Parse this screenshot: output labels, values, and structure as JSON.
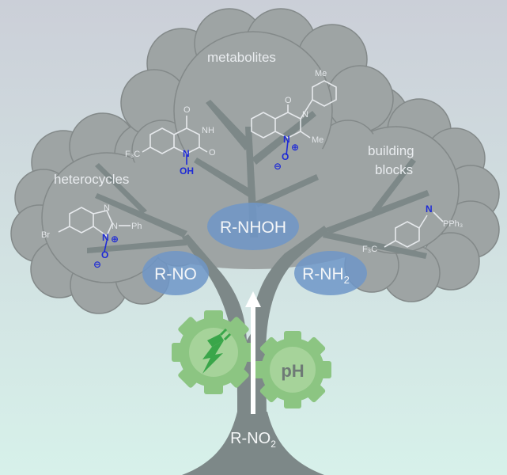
{
  "title": "",
  "regions": {
    "metabolites": "metabolites",
    "heterocycles": "heterocycles",
    "building_blocks_line1": "building",
    "building_blocks_line2": "blocks"
  },
  "nodes": {
    "nitro": "R-NO",
    "nitro_sub": "2",
    "nitroso": "R-NO",
    "hydroxylamine": "R-NHOH",
    "amine": "R-NH",
    "amine_sub": "2"
  },
  "gears": {
    "ph_label": "pH",
    "electro_icon": "electric-plug-icon"
  },
  "molecules": {
    "metabolite_left": {
      "substituent": "F₃C",
      "nh": "NH",
      "o_top": "O",
      "o_right": "O",
      "n_ring": "N",
      "oh": "OH"
    },
    "metabolite_right": {
      "me_top": "Me",
      "o_top": "O",
      "n_ring": "N",
      "n_oxide": "N",
      "me_right": "Me",
      "plus": "⊕",
      "o_minus": "O",
      "minus": "⊖"
    },
    "heterocycle": {
      "br": "Br",
      "n_top": "N",
      "n_mid": "N",
      "ph": "Ph",
      "n_oxide": "N",
      "plus": "⊕",
      "o_minus": "O",
      "minus": "⊖"
    },
    "building_block": {
      "n": "N",
      "pph3": "PPh₃",
      "cf3": "F₃C"
    }
  },
  "colors": {
    "background_top": "#cdd0d9",
    "background_bottom": "#d6f0ea",
    "canopy": "#9ea4a4",
    "canopy_outline": "#7b8181",
    "trunk": "#7e8989",
    "node_fill": "#6f97c8",
    "gear_fill": "#8cc582",
    "gear_inner": "#a6d39a",
    "arrow": "#ffffff",
    "nitro_oxide_blue": "#1f2bd6",
    "bolt_green": "#3aa64a"
  }
}
